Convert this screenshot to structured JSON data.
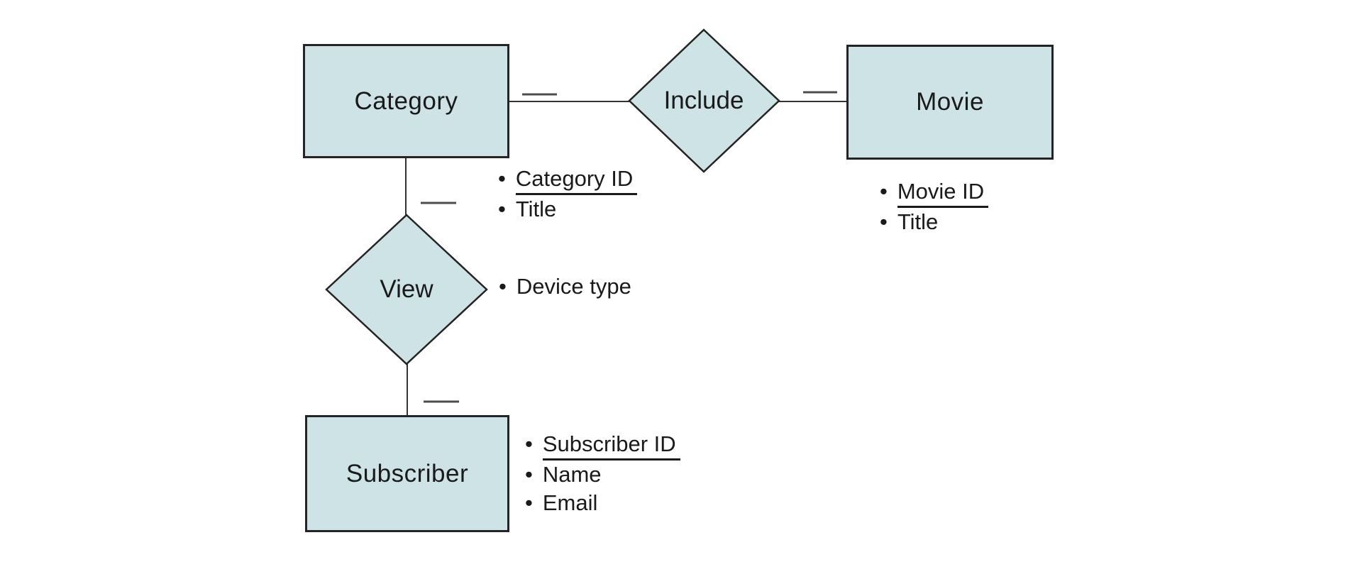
{
  "ui": {
    "bullet": "•"
  },
  "colors": {
    "shape_fill": "#cde3e6",
    "shape_border": "#242424",
    "connector": "#333333",
    "tick": "#4d4d4d",
    "text": "#1a1a1a",
    "background": "#ffffff"
  },
  "entities": {
    "category": {
      "label": "Category",
      "attributes": [
        {
          "name": "Category ID",
          "key": true
        },
        {
          "name": "Title",
          "key": false
        }
      ]
    },
    "movie": {
      "label": "Movie",
      "attributes": [
        {
          "name": "Movie ID",
          "key": true
        },
        {
          "name": "Title",
          "key": false
        }
      ]
    },
    "subscriber": {
      "label": "Subscriber",
      "attributes": [
        {
          "name": "Subscriber ID",
          "key": true
        },
        {
          "name": "Name",
          "key": false
        },
        {
          "name": "Email",
          "key": false
        }
      ]
    }
  },
  "relationships": {
    "include": {
      "label": "Include",
      "connects": [
        "Category",
        "Movie"
      ]
    },
    "view": {
      "label": "View",
      "connects": [
        "Category",
        "Subscriber"
      ],
      "attributes": [
        {
          "name": "Device type",
          "key": false
        }
      ]
    }
  }
}
